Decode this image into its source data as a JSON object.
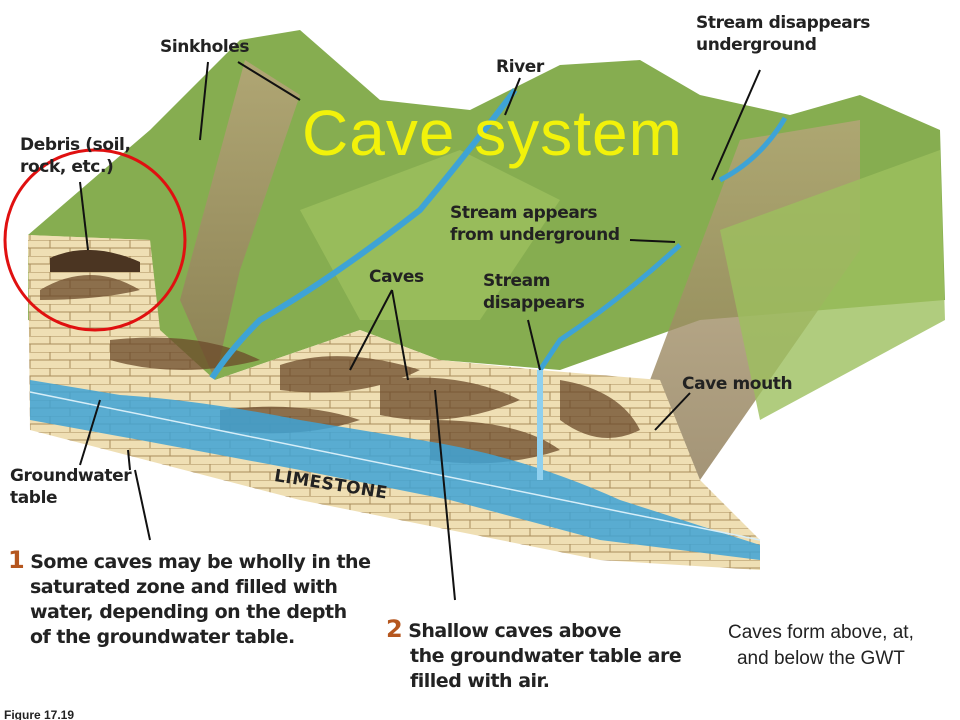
{
  "title": "Cave system",
  "labels": {
    "sinkholes": "Sinkholes",
    "river": "River",
    "stream_disappears_underground_1": "Stream disappears",
    "stream_disappears_underground_2": "underground",
    "debris_1": "Debris (soil,",
    "debris_2": "rock, etc.)",
    "stream_appears_1": "Stream appears",
    "stream_appears_2": "from underground",
    "caves": "Caves",
    "stream_disappears_1": "Stream",
    "stream_disappears_2": "disappears",
    "cave_mouth": "Cave mouth",
    "groundwater_table_1": "Groundwater",
    "groundwater_table_2": "table",
    "limestone": "LIMESTONE"
  },
  "captions": [
    {
      "number": "1",
      "lines": [
        "Some caves may be wholly in the",
        "saturated zone and filled with",
        "water, depending on the depth",
        "of the groundwater table."
      ]
    },
    {
      "number": "2",
      "lines": [
        "Shallow caves above",
        "the groundwater table are",
        "filled with air."
      ]
    }
  ],
  "note": [
    "Caves form above, at,",
    "and below the GWT"
  ],
  "figure_label": "Figure 17.19",
  "colors": {
    "title": "#f2f20a",
    "highlight_circle": "#e01010",
    "grass": "#7fa84a",
    "limestone": "#ecdcb0",
    "water": "#3ea3d6"
  }
}
